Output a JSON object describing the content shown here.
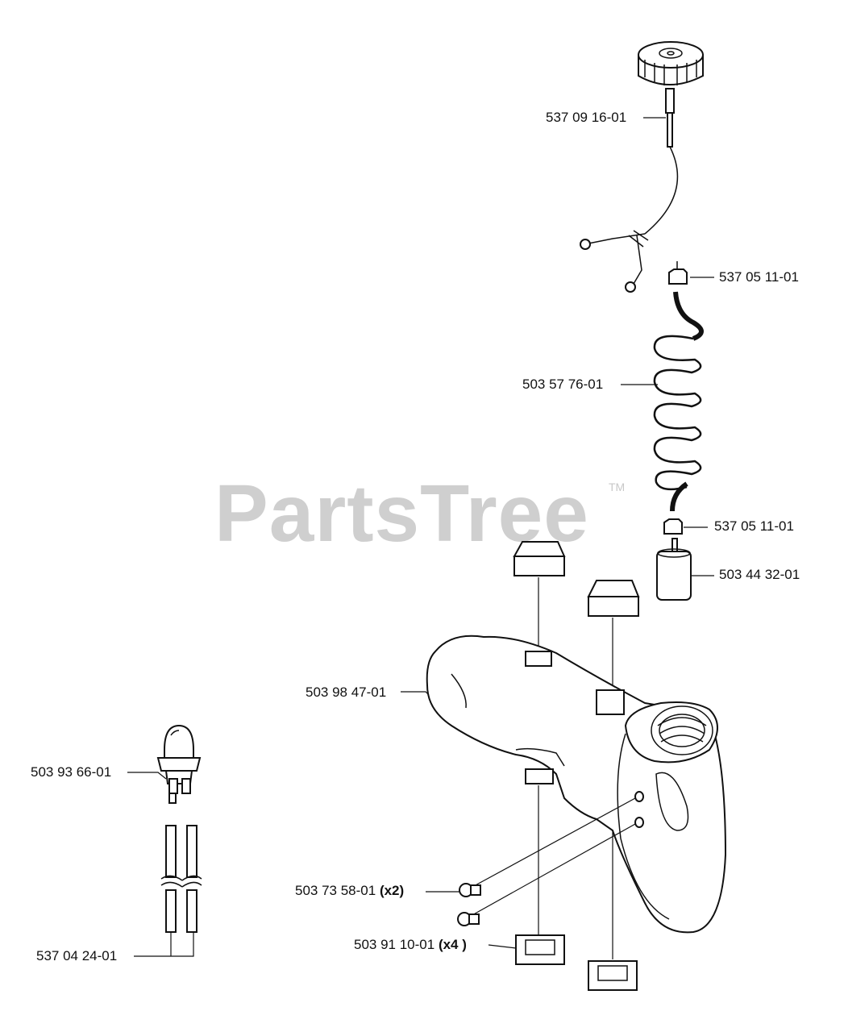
{
  "watermark": {
    "brand": "PartsTree",
    "trademark": "TM"
  },
  "parts": [
    {
      "id": "fuel-cap",
      "number": "537 09 16-01",
      "qty": ""
    },
    {
      "id": "fitting-top",
      "number": "537 05 11-01",
      "qty": ""
    },
    {
      "id": "fuel-hose-coil",
      "number": "503 57 76-01",
      "qty": ""
    },
    {
      "id": "fitting-bottom",
      "number": "537 05 11-01",
      "qty": ""
    },
    {
      "id": "fuel-filter",
      "number": "503 44 32-01",
      "qty": ""
    },
    {
      "id": "fuel-tank",
      "number": "503 98 47-01",
      "qty": ""
    },
    {
      "id": "primer-bulb",
      "number": "503 93 66-01",
      "qty": ""
    },
    {
      "id": "grommet",
      "number": "503 73 58-01",
      "qty": "(x2)"
    },
    {
      "id": "rubber-mount",
      "number": "503 91 10-01",
      "qty": "(x4 )"
    },
    {
      "id": "fuel-line",
      "number": "537 04 24-01",
      "qty": ""
    }
  ]
}
